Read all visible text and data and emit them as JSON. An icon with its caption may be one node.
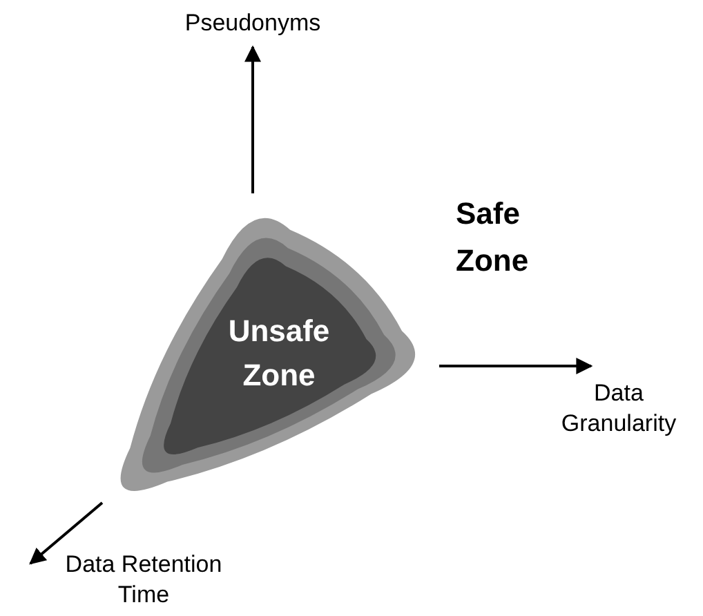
{
  "diagram": {
    "nodes": [
      {
        "text": [
          "Unsafe Zone"
        ]
      },
      {
        "text": [
          "Pseudonyms"
        ]
      },
      {
        "text": [
          "Data Granularity"
        ]
      },
      {
        "text": [
          "Data Retention Time"
        ]
      }
    ],
    "edges": [
      {
        "from": 0,
        "to": 1,
        "arrow": "to"
      },
      {
        "from": 0,
        "to": 2,
        "arrow": "to"
      },
      {
        "from": 0,
        "to": 3,
        "arrow": "to"
      }
    ],
    "labels": [
      "Safe Zone"
    ]
  }
}
